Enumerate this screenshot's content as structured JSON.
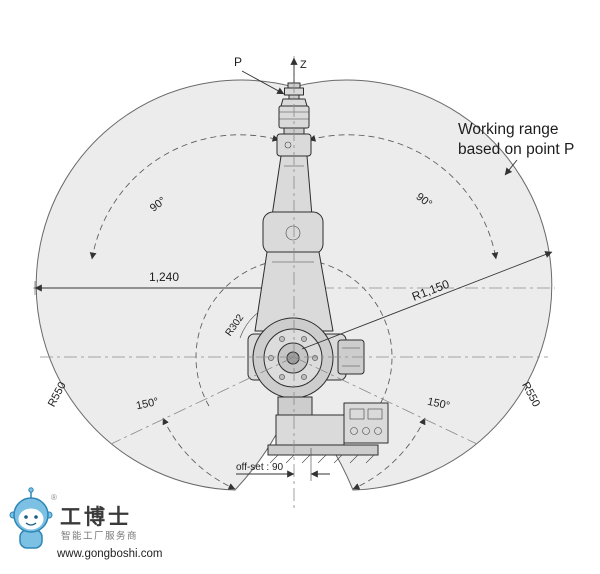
{
  "diagram": {
    "callout_line1": "Working range",
    "callout_line2": "based on point P",
    "label_p": "P",
    "label_z": "Z",
    "dim_horizontal": "1,240",
    "dim_outer_radius": "R1,150",
    "dim_inner_radius": "R302",
    "dim_min_radius_left": "R550",
    "dim_min_radius_right": "R550",
    "angle_upper_left": "90°",
    "angle_upper_right": "90°",
    "angle_lower_left": "150°",
    "angle_lower_right": "150°",
    "dim_offset": "off-set : 90",
    "colors": {
      "envelope_fill": "#ececec",
      "outline": "#6a6a6a"
    }
  },
  "logo": {
    "brand": "工博士",
    "registered": "®",
    "tagline": "智能工厂服务商",
    "website": "www.gongboshi.com",
    "mascot_color": "#7cc0e4"
  }
}
